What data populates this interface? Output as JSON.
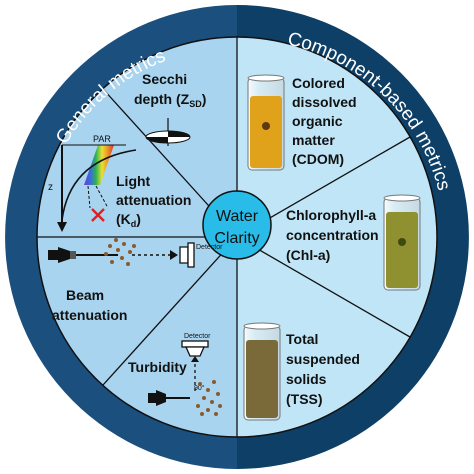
{
  "center": {
    "line1": "Water",
    "line2": "Clarity"
  },
  "ring": {
    "left": "General metrics",
    "right": "Component-based metrics"
  },
  "colors": {
    "ring_left": "#1b4f7e",
    "ring_right": "#0e3f66",
    "left_fill": "#a8d4f0",
    "right_fill": "#bfe5f7",
    "center_fill": "#29bce8",
    "cdom_liquid": "#e0a21a",
    "chla_liquid": "#8f9130",
    "tss_liquid": "#7a6a3a"
  },
  "metrics": {
    "secchi": {
      "line1": "Secchi",
      "line2": "depth (Z",
      "sub": "SD",
      "tail": ")"
    },
    "light": {
      "line1": "Light",
      "line2": "attenuation",
      "line3": "(K",
      "sub": "d",
      "tail": ")",
      "par": "PAR",
      "z": "z"
    },
    "beam": {
      "line1": "Beam",
      "line2": "attenuation",
      "detector": "Detector"
    },
    "turbidity": {
      "label": "Turbidity",
      "detector": "Detector",
      "angle": "90°"
    },
    "cdom": {
      "lines": [
        "Colored",
        "dissolved",
        "organic",
        "matter",
        "(CDOM)"
      ]
    },
    "chla": {
      "lines": [
        "Chlorophyll-a",
        "concentration",
        "(Chl-a)"
      ]
    },
    "tss": {
      "lines": [
        "Total",
        "suspended",
        "solids",
        "(TSS)"
      ]
    }
  }
}
